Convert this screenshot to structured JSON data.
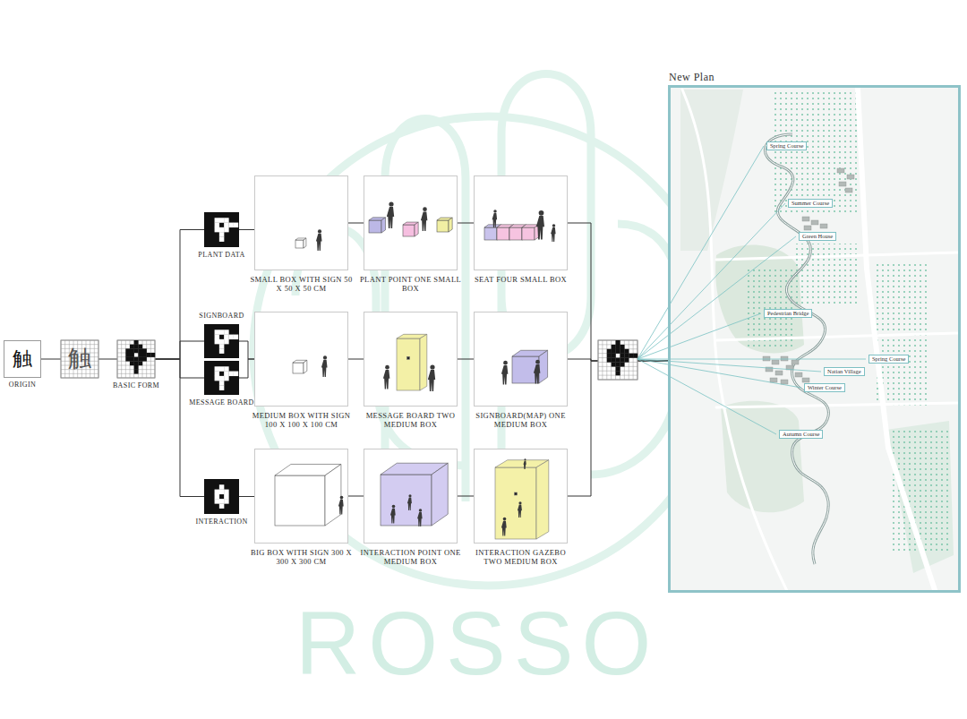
{
  "diagram": {
    "nodes": [
      {
        "text": [
          "触",
          "ORIGIN"
        ]
      },
      {
        "text": [
          "触"
        ]
      },
      {
        "text": [
          "BASIC FORM"
        ]
      },
      {
        "text": [
          "PLANT DATA"
        ]
      },
      {
        "text": [
          "SMALL BOX WITH SIGN 50 X 50 X 50 CM"
        ]
      },
      {
        "text": [
          "PLANT POINT ONE SMALL BOX"
        ]
      },
      {
        "text": [
          "SEAT FOUR SMALL BOX"
        ]
      },
      {
        "text": [
          "SIGNBOARD"
        ]
      },
      {
        "text": [
          "MESSAGE BOARD"
        ]
      },
      {
        "text": [
          "MEDIUM BOX WITH SIGN 100 X 100 X 100 CM"
        ]
      },
      {
        "text": [
          "MESSAGE BOARD TWO MEDIUM BOX"
        ]
      },
      {
        "text": [
          "SIGNBOARD(MAP) ONE MEDIUM BOX"
        ]
      },
      {
        "text": [
          "INTERACTION"
        ]
      },
      {
        "text": [
          "BIG BOX WITH SIGN 300 X 300 X 300 CM"
        ]
      },
      {
        "text": [
          "INTERACTION POINT ONE MEDIUM BOX"
        ]
      },
      {
        "text": [
          "INTERACTION GAZEBO TWO MEDIUM BOX"
        ]
      },
      {
        "text": [
          "New Plan"
        ]
      },
      {
        "text": [
          "Spring Course"
        ],
        "in": 16
      },
      {
        "text": [
          "Summer Course"
        ],
        "in": 16
      },
      {
        "text": [
          "Green House"
        ],
        "in": 16
      },
      {
        "text": [
          "Pedestrian Bridge"
        ],
        "in": 16
      },
      {
        "text": [
          "Spring Course"
        ],
        "in": 16
      },
      {
        "text": [
          "Natian Village"
        ],
        "in": 16
      },
      {
        "text": [
          "Winter Course"
        ],
        "in": 16
      },
      {
        "text": [
          "Autumn Course"
        ],
        "in": 16
      }
    ],
    "edges": [
      {
        "from": 0,
        "to": 1,
        "arrow": "none"
      },
      {
        "from": 1,
        "to": 2,
        "arrow": "none"
      },
      {
        "from": 2,
        "to": 3,
        "arrow": "none"
      },
      {
        "from": 2,
        "to": 7,
        "arrow": "none"
      },
      {
        "from": 2,
        "to": 8,
        "arrow": "none"
      },
      {
        "from": 2,
        "to": 12,
        "arrow": "none"
      },
      {
        "from": 3,
        "to": 4,
        "arrow": "none"
      },
      {
        "from": 4,
        "to": 5,
        "arrow": "none"
      },
      {
        "from": 5,
        "to": 6,
        "arrow": "none"
      },
      {
        "from": 7,
        "to": 9,
        "arrow": "none"
      },
      {
        "from": 8,
        "to": 9,
        "arrow": "none"
      },
      {
        "from": 9,
        "to": 10,
        "arrow": "none"
      },
      {
        "from": 10,
        "to": 11,
        "arrow": "none"
      },
      {
        "from": 12,
        "to": 13,
        "arrow": "none"
      },
      {
        "from": 13,
        "to": 14,
        "arrow": "none"
      },
      {
        "from": 14,
        "to": 15,
        "arrow": "none"
      },
      {
        "from": 6,
        "to": 16,
        "arrow": "none"
      },
      {
        "from": 11,
        "to": 16,
        "arrow": "none"
      },
      {
        "from": 15,
        "to": 16,
        "arrow": "none"
      }
    ],
    "labels": [
      "ROSSO"
    ]
  }
}
